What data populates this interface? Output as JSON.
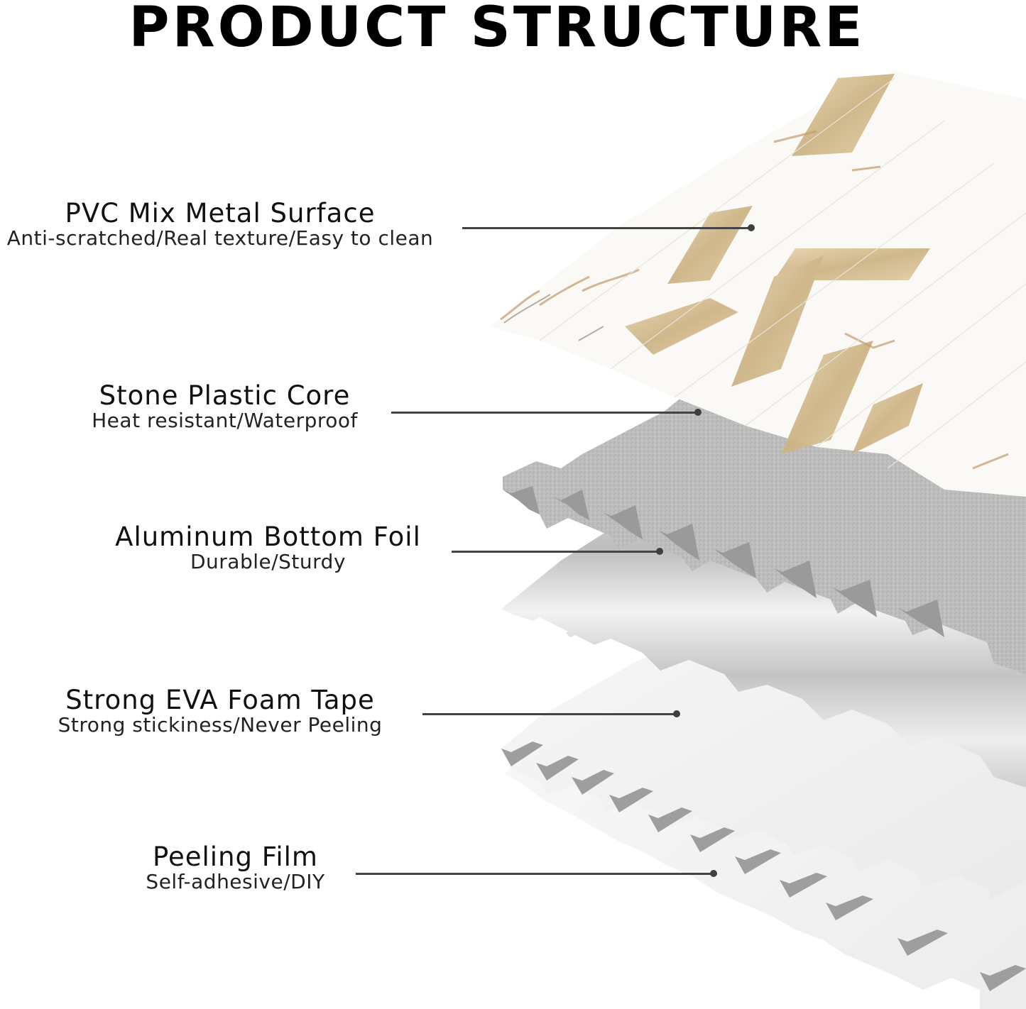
{
  "title": "PRODUCT STRUCTURE",
  "colors": {
    "text": "#111111",
    "leader_line": "#444444",
    "marble_white": "#fbf9f5",
    "marble_vein": "#c49a6c",
    "gold_tile": "#d9c39a",
    "stone_core": "#b9b9b9",
    "aluminum": "#c8c8c8",
    "eva_foam": "#f2f2f2",
    "peeling_film": "#f6f6f6"
  },
  "layers": [
    {
      "name": "PVC Mix Metal Surface",
      "description": "Anti-scratched/Real texture/Easy to clean"
    },
    {
      "name": "Stone Plastic Core",
      "description": "Heat resistant/Waterproof"
    },
    {
      "name": "Aluminum Bottom Foil",
      "description": "Durable/Sturdy"
    },
    {
      "name": "Strong EVA Foam Tape",
      "description": "Strong stickiness/Never Peeling"
    },
    {
      "name": "Peeling Film",
      "description": "Self-adhesive/DIY"
    }
  ]
}
